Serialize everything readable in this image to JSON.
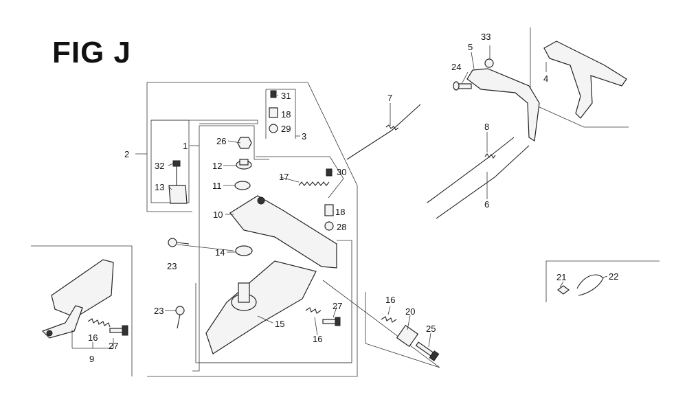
{
  "figure": {
    "title": "FIG J",
    "callouts": [
      {
        "id": "c1",
        "text": "1"
      },
      {
        "id": "c2",
        "text": "2"
      },
      {
        "id": "c3",
        "text": "3"
      },
      {
        "id": "c4",
        "text": "4"
      },
      {
        "id": "c5",
        "text": "5"
      },
      {
        "id": "c6",
        "text": "6"
      },
      {
        "id": "c7",
        "text": "7"
      },
      {
        "id": "c8",
        "text": "8"
      },
      {
        "id": "c9",
        "text": "9"
      },
      {
        "id": "c10",
        "text": "10"
      },
      {
        "id": "c11",
        "text": "11"
      },
      {
        "id": "c12",
        "text": "12"
      },
      {
        "id": "c13",
        "text": "13"
      },
      {
        "id": "c14",
        "text": "14"
      },
      {
        "id": "c15",
        "text": "15"
      },
      {
        "id": "c16a",
        "text": "16"
      },
      {
        "id": "c16b",
        "text": "16"
      },
      {
        "id": "c16c",
        "text": "16"
      },
      {
        "id": "c17",
        "text": "17"
      },
      {
        "id": "c18a",
        "text": "18"
      },
      {
        "id": "c18b",
        "text": "18"
      },
      {
        "id": "c20",
        "text": "20"
      },
      {
        "id": "c21",
        "text": "21"
      },
      {
        "id": "c22",
        "text": "22"
      },
      {
        "id": "c23a",
        "text": "23"
      },
      {
        "id": "c23b",
        "text": "23"
      },
      {
        "id": "c24",
        "text": "24"
      },
      {
        "id": "c25",
        "text": "25"
      },
      {
        "id": "c26",
        "text": "26"
      },
      {
        "id": "c27a",
        "text": "27"
      },
      {
        "id": "c27b",
        "text": "27"
      },
      {
        "id": "c28",
        "text": "28"
      },
      {
        "id": "c29",
        "text": "29"
      },
      {
        "id": "c30",
        "text": "30"
      },
      {
        "id": "c31",
        "text": "31"
      },
      {
        "id": "c32",
        "text": "32"
      },
      {
        "id": "c33",
        "text": "33"
      }
    ]
  }
}
